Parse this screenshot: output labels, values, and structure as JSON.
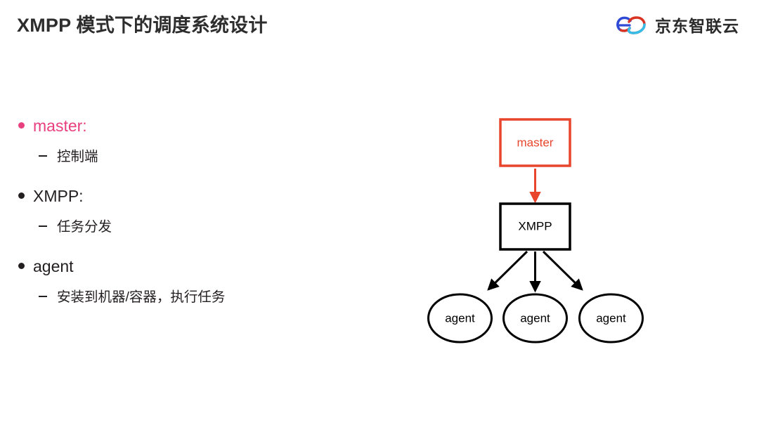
{
  "header": {
    "title": "XMPP 模式下的调度系统设计",
    "brand_name": "京东智联云",
    "brand_icon": "jd-cloud-logo-icon"
  },
  "colors": {
    "accent_pink": "#e8407f",
    "accent_red": "#e8452c",
    "text_dark": "#231f20",
    "title_gray": "#2d2d2d",
    "background": "#ffffff",
    "logo_blue": "#2f4bd6",
    "logo_red": "#d93423",
    "logo_cyan": "#35bde8"
  },
  "bullets": [
    {
      "label": "master:",
      "accent": true,
      "sub": "控制端"
    },
    {
      "label": "XMPP:",
      "accent": false,
      "sub": "任务分发"
    },
    {
      "label": "agent",
      "accent": false,
      "sub": "安装到机器/容器，执行任务"
    }
  ],
  "diagram": {
    "nodes": {
      "master": "master",
      "xmpp": "XMPP",
      "agent_left": "agent",
      "agent_center": "agent",
      "agent_right": "agent"
    },
    "arrows": [
      "master-to-xmpp",
      "xmpp-to-agent-left",
      "xmpp-to-agent-center",
      "xmpp-to-agent-right"
    ]
  }
}
